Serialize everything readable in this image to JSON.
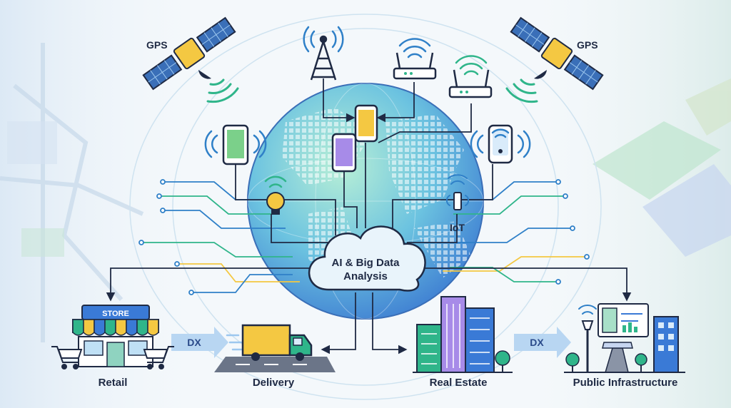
{
  "labels": {
    "gps_left": "GPS",
    "gps_right": "GPS",
    "iot": "IoT",
    "cloud_line1": "AI & Big Data",
    "cloud_line2": "Analysis",
    "store_sign": "STORE",
    "dx_left": "DX",
    "dx_right": "DX",
    "retail": "Retail",
    "delivery": "Delivery",
    "real_estate": "Real Estate",
    "public_infrastructure": "Public Infrastructure"
  },
  "colors": {
    "outline": "#1f2a44",
    "globe_light": "#9ee0d0",
    "globe_dark": "#4a8fd6",
    "signal": "#2f80c8",
    "wifi_green": "#2fb58a",
    "cloud_fill": "#e9f4fb",
    "accent_yellow": "#f4c842",
    "store_blue": "#3a7ad6",
    "dx_arrow": "#b8d6f2"
  },
  "icons": {
    "left_satellite": "satellite-icon",
    "right_satellite": "satellite-icon",
    "cell_tower": "cell-tower-icon",
    "router": "wifi-router-icon",
    "phone": "smartphone-icon",
    "iot_sensor": "iot-sensor-icon",
    "bulb": "smart-bulb-icon",
    "truck": "truck-icon",
    "store": "store-icon",
    "cart": "shopping-cart-icon",
    "buildings": "office-buildings-icon",
    "infrastructure": "city-infrastructure-icon"
  }
}
